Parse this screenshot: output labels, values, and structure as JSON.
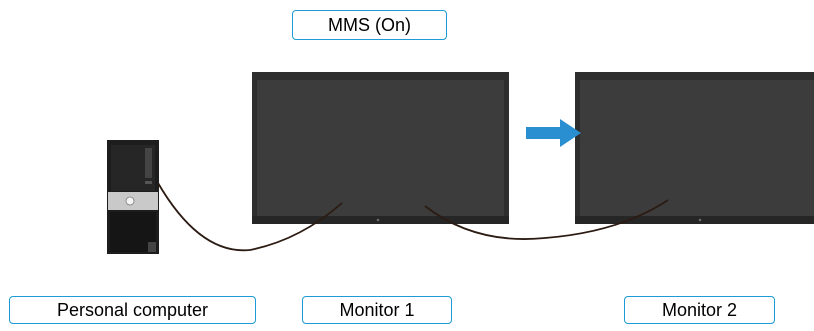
{
  "mode_label": "MMS (On)",
  "devices": {
    "computer": "Personal computer",
    "monitor_1": "Monitor 1",
    "monitor_2": "Monitor 2"
  },
  "colors": {
    "label_border": "#1e9ad6",
    "arrow": "#2a8fd1",
    "monitor_body": "#3a3a3a",
    "cable": "#2b1b12"
  }
}
